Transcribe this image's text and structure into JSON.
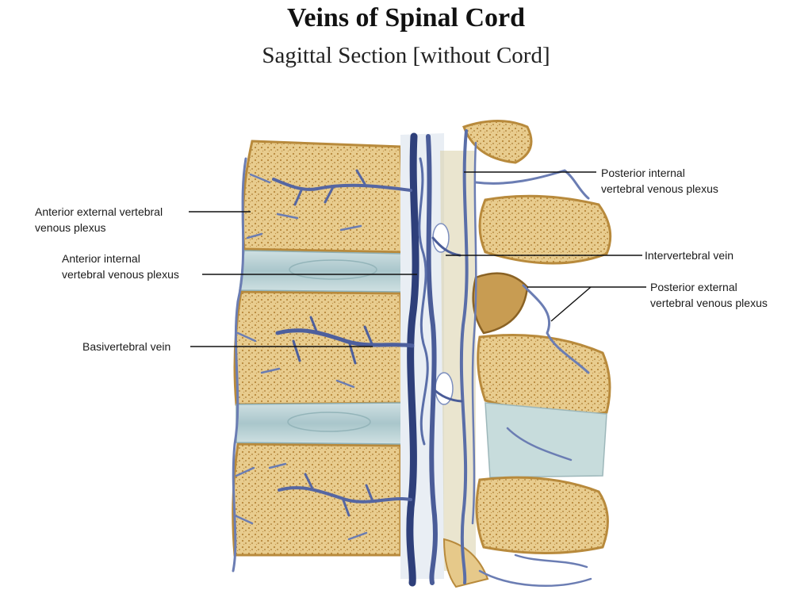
{
  "header": {
    "title": "Veins of Spinal Cord",
    "subtitle": "Sagittal Section [without Cord]"
  },
  "labels": {
    "anterior_external": [
      "Anterior external vertebral",
      "venous plexus"
    ],
    "anterior_internal": [
      "Anterior internal",
      "vertebral venous plexus"
    ],
    "basivertebral": "Basivertebral vein",
    "posterior_internal": [
      "Posterior internal",
      "vertebral venous plexus"
    ],
    "intervertebral": "Intervertebral vein",
    "posterior_external": [
      "Posterior external",
      "vertebral venous plexus"
    ]
  },
  "colors": {
    "bone": "#e6c98a",
    "bone_edge": "#b88a3c",
    "disc": "#b9d3d6",
    "vein": "#5a6ea8",
    "vein_dark": "#2e3f7a"
  }
}
